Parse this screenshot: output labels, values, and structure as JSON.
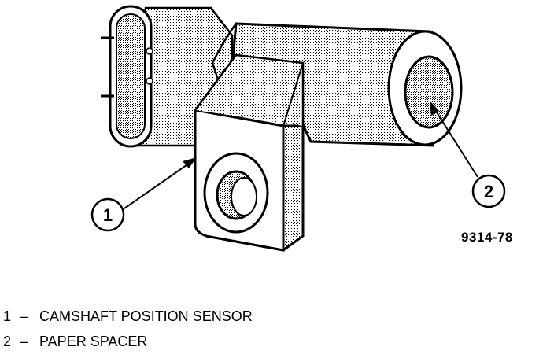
{
  "figure": {
    "id": "9314-78",
    "callouts": [
      {
        "number": "1",
        "label": "CAMSHAFT POSITION SENSOR"
      },
      {
        "number": "2",
        "label": "PAPER SPACER"
      }
    ]
  },
  "legend": {
    "separator": "–"
  }
}
